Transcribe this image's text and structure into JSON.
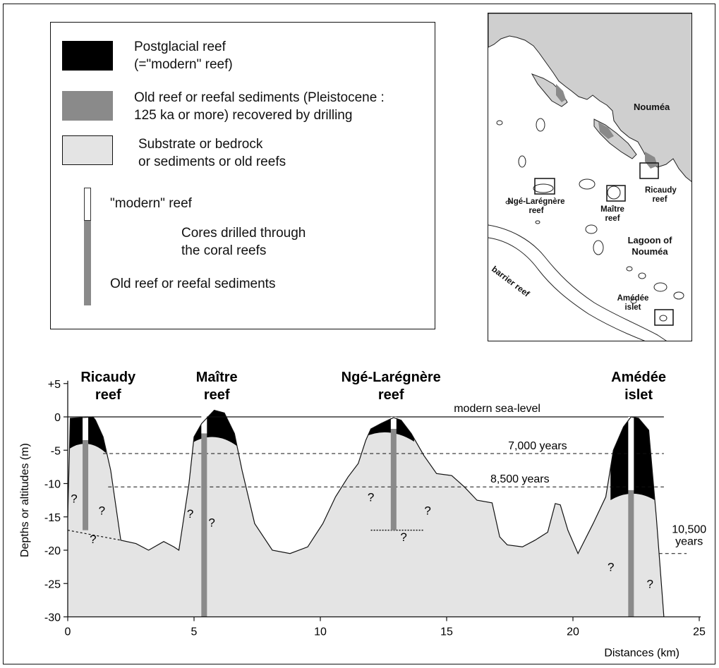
{
  "legend": {
    "items": [
      {
        "swatch": "black",
        "line1": "Postglacial reef",
        "line2": "(=\"modern\" reef)"
      },
      {
        "swatch": "dark-grey",
        "line1": "Old reef or reefal sediments (Pleistocene :",
        "line2": "125 ka or more) recovered by drilling"
      },
      {
        "swatch": "light-grey",
        "line1": "Substrate or bedrock",
        "line2": "or sediments or old reefs"
      }
    ],
    "core_modern": "\"modern\" reef",
    "core_desc_1": "Cores drilled through",
    "core_desc_2": "the coral reefs",
    "core_old": "Old reef or reefal sediments"
  },
  "map": {
    "noumea": "Nouméa",
    "ricaudy_1": "Ricaudy",
    "ricaudy_2": "reef",
    "nge_1": "Ngé-Larégnère",
    "nge_2": "reef",
    "maitre_1": "Maître",
    "maitre_2": "reef",
    "lagoon_1": "Lagoon of",
    "lagoon_2": "Nouméa",
    "barrier": "barrier reef",
    "amedee_1": "Amédée",
    "amedee_2": "islet"
  },
  "profile": {
    "sites": [
      {
        "line1": "Ricaudy",
        "line2": "reef"
      },
      {
        "line1": "Maître",
        "line2": "reef"
      },
      {
        "line1": "Ngé-Larégnère",
        "line2": "reef"
      },
      {
        "line1": "Amédée",
        "line2": "islet"
      }
    ],
    "sea_level_label": "modern sea-level",
    "levels": [
      {
        "label": "7,000 years",
        "depth": -5.5
      },
      {
        "label": "8,500 years",
        "depth": -10.5
      },
      {
        "label_1": "10,500",
        "label_2": "years",
        "depth": -20.5
      }
    ],
    "question_mark": "?"
  },
  "colors": {
    "modern_reef": "#000000",
    "old_reef": "#8a8a8a",
    "substrate": "#e4e4e4",
    "map_land": "#cfcfcf",
    "map_dark": "#8a8a8a"
  },
  "chart_data": {
    "type": "area",
    "xlabel": "Distances (km)",
    "ylabel": "Depths or altitudes (m)",
    "xlim": [
      0,
      25
    ],
    "ylim": [
      -30,
      5
    ],
    "xticks": [
      0,
      5,
      10,
      15,
      20,
      25
    ],
    "yticks": [
      5,
      0,
      -5,
      -10,
      -15,
      -20,
      -25,
      -30
    ],
    "ytick_labels": [
      "+5",
      "0",
      "-5",
      "-10",
      "-15",
      "-20",
      "-25",
      "-30"
    ],
    "surface_profile": [
      [
        0,
        -15
      ],
      [
        0.1,
        -0.2
      ],
      [
        1.0,
        0
      ],
      [
        1.1,
        -0.5
      ],
      [
        1.4,
        -3
      ],
      [
        1.7,
        -8
      ],
      [
        2.1,
        -18.5
      ],
      [
        2.7,
        -19
      ],
      [
        3.2,
        -20
      ],
      [
        3.8,
        -18.7
      ],
      [
        4.2,
        -19.5
      ],
      [
        4.4,
        -20
      ],
      [
        4.8,
        -10
      ],
      [
        5.0,
        -3
      ],
      [
        5.3,
        -1
      ],
      [
        5.8,
        1
      ],
      [
        6.2,
        0.6
      ],
      [
        6.6,
        -2.5
      ],
      [
        6.9,
        -8
      ],
      [
        7.4,
        -16
      ],
      [
        8.1,
        -20
      ],
      [
        8.8,
        -20.5
      ],
      [
        9.5,
        -19.5
      ],
      [
        10.1,
        -16
      ],
      [
        10.6,
        -12
      ],
      [
        11.1,
        -9
      ],
      [
        11.5,
        -7
      ],
      [
        11.8,
        -3.5
      ],
      [
        12.0,
        -1.8
      ],
      [
        12.4,
        -1
      ],
      [
        12.9,
        -0.1
      ],
      [
        13.2,
        -0.5
      ],
      [
        13.6,
        -2.5
      ],
      [
        14.1,
        -5.8
      ],
      [
        14.6,
        -8.5
      ],
      [
        15.2,
        -8.8
      ],
      [
        15.7,
        -10.5
      ],
      [
        16.2,
        -12.5
      ],
      [
        16.8,
        -12.9
      ],
      [
        17.1,
        -18
      ],
      [
        17.4,
        -19.2
      ],
      [
        18.0,
        -19.5
      ],
      [
        18.5,
        -18.5
      ],
      [
        19.0,
        -17.3
      ],
      [
        19.3,
        -13
      ],
      [
        19.5,
        -13.2
      ],
      [
        19.8,
        -17
      ],
      [
        20.2,
        -20.5
      ],
      [
        20.8,
        -16
      ],
      [
        21.3,
        -12
      ],
      [
        21.6,
        -5
      ],
      [
        22.0,
        -1.5
      ],
      [
        22.3,
        0
      ],
      [
        22.6,
        -0.2
      ],
      [
        23.0,
        -2
      ],
      [
        23.3,
        -15
      ],
      [
        23.5,
        -25
      ],
      [
        23.6,
        -30
      ]
    ],
    "modern_reefs": [
      {
        "site": "Ricaudy reef",
        "x_range": [
          0.1,
          1.4
        ],
        "base_depth": -3.5
      },
      {
        "site": "Maître reef",
        "x_range": [
          5.0,
          6.6
        ],
        "base_depth": -2.5
      },
      {
        "site": "Ngé-Larégnère reef",
        "x_range": [
          11.7,
          13.6
        ],
        "base_depth": -1.8
      },
      {
        "site": "Amédée islet",
        "x_range": [
          21.6,
          23.3
        ],
        "base_depth": -11
      }
    ],
    "cores": [
      {
        "x": 0.7,
        "top": 0,
        "bottom": -17
      },
      {
        "x": 5.4,
        "top": 1,
        "bottom": -30
      },
      {
        "x": 12.9,
        "top": 0,
        "bottom": -17
      },
      {
        "x": 22.3,
        "top": 0,
        "bottom": -30
      }
    ],
    "reference_lines": [
      {
        "label": "modern sea-level",
        "y": 0,
        "x_range": [
          0,
          23.6
        ],
        "style": "solid"
      },
      {
        "label": "7,000 years",
        "y": -5.5,
        "x_range": [
          1.4,
          23.6
        ],
        "style": "dashed"
      },
      {
        "label": "8,500 years",
        "y": -10.5,
        "x_range": [
          1.6,
          23.6
        ],
        "style": "dashed"
      },
      {
        "label": "10,500 years",
        "y": -20.5,
        "x_range": [
          23.4,
          24.5
        ],
        "style": "dashed"
      }
    ],
    "grid": false,
    "legend": "none"
  }
}
